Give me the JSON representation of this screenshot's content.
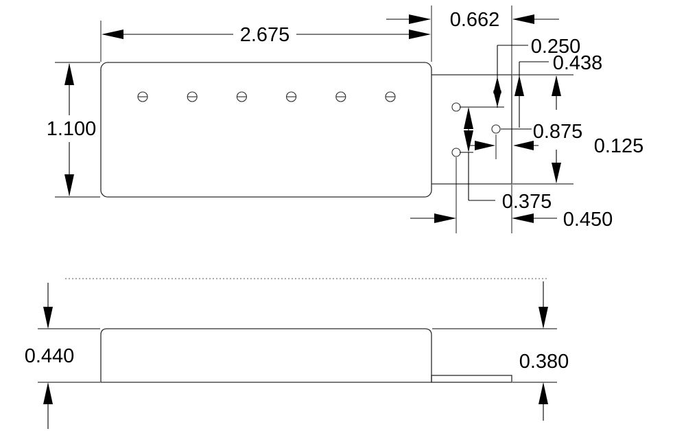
{
  "dimensions": {
    "length": "2.675",
    "mount_width": "0.662",
    "height": "1.100",
    "hole_top": "0.250",
    "hole_top_outer": "0.438",
    "hole_center_spacing": "0.875",
    "hole_offset": "0.125",
    "hole_left_inset": "0.375",
    "hole_span": "0.450",
    "side_height": "0.440",
    "tab_height": "0.380"
  },
  "colors": {
    "line": "#2a2a2a",
    "dimension": "#000000",
    "background": "#ffffff"
  },
  "pole_piece_count": 6,
  "mount_hole_count": 3
}
